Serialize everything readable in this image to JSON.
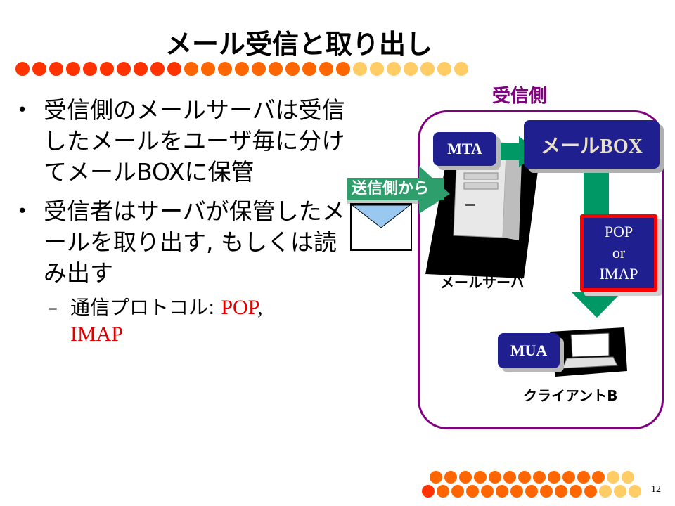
{
  "slide": {
    "title": "メール受信と取り出し",
    "page_number": "12"
  },
  "colors": {
    "dot_red": "#ff3300",
    "dot_orange": "#ff6600",
    "dot_yellow": "#ffcc66",
    "navy": "#1f1f8f",
    "purple": "#800080",
    "green_arrow": "#009966",
    "highlight_red": "#e00000"
  },
  "bullets": [
    {
      "text": "受信側のメールサーバは受信したメールをユーザ毎に分けてメールBOXに保管"
    },
    {
      "text": "受信者はサーバが保管したメールを取り出す, もしくは読み出す"
    }
  ],
  "sub_bullet": {
    "prefix": "通信プロトコル: ",
    "pop": "POP",
    "separator": ",",
    "imap": "IMAP"
  },
  "diagram": {
    "receiver_label": "受信側",
    "mta_label": "MTA",
    "mailbox_label": "メールBOX",
    "pop_line1": "POP",
    "pop_line2": "or",
    "pop_line3": "IMAP",
    "mua_label": "MUA",
    "sender_label": "送信側から",
    "server_caption": "メールサーバ",
    "client_caption": "クライアントB"
  }
}
